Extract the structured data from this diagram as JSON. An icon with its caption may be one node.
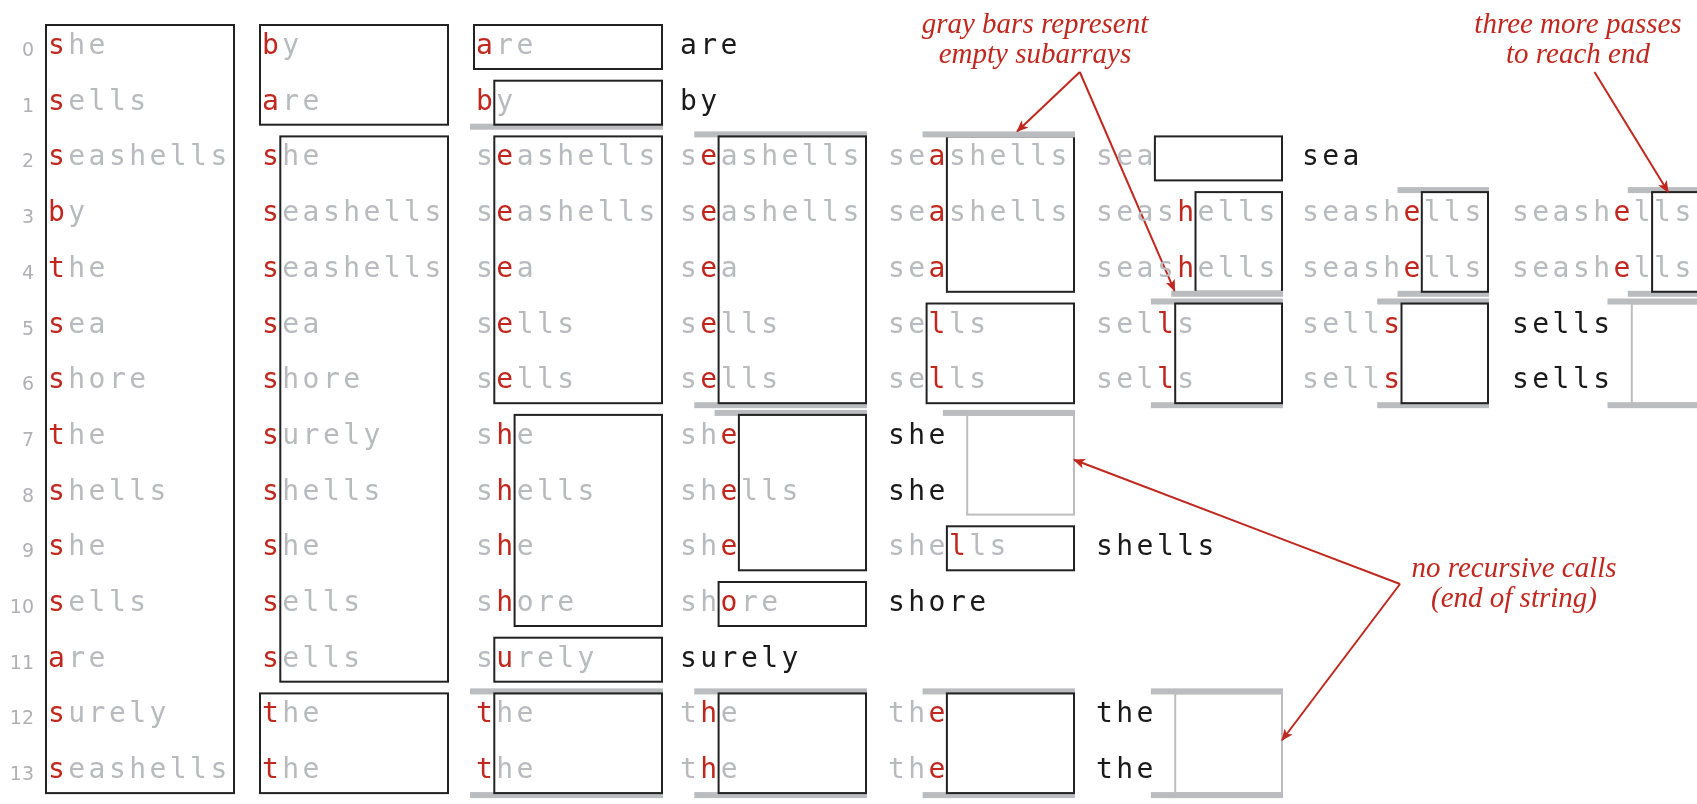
{
  "diagram": {
    "nodes": [
      {
        "text": [
          "gray bars represent empty subarrays"
        ]
      },
      {
        "text": [
          "three more passes to reach end"
        ]
      },
      {
        "text": [
          "no recursive calls (end of string)"
        ]
      },
      {
        "text": [],
        "shape": "bar"
      },
      {
        "text": [],
        "shape": "bar"
      },
      {
        "text": [],
        "shape": "box"
      },
      {
        "text": [],
        "shape": "box"
      },
      {
        "text": [],
        "shape": "box"
      }
    ],
    "edges": [
      {
        "from": 0,
        "to": 3,
        "arrow": "to"
      },
      {
        "from": 0,
        "to": 4,
        "arrow": "to"
      },
      {
        "from": 1,
        "to": 5,
        "arrow": "to"
      },
      {
        "from": 2,
        "to": 6,
        "arrow": "to"
      },
      {
        "from": 2,
        "to": 7,
        "arrow": "to"
      }
    ],
    "labels": [
      "0",
      "she",
      "by",
      "are",
      "are",
      "1",
      "sells",
      "are",
      "by",
      "by",
      "2",
      "seashells",
      "she",
      "seashells",
      "seashells",
      "seashells",
      "sea",
      "sea",
      "3",
      "by",
      "seashells",
      "seashells",
      "seashells",
      "seashells",
      "seashells",
      "seashells",
      "seashells",
      "4",
      "the",
      "seashells",
      "sea",
      "sea",
      "sea",
      "seashells",
      "seashells",
      "seashells",
      "5",
      "sea",
      "sea",
      "sells",
      "sells",
      "sells",
      "sells",
      "sells",
      "sells",
      "6",
      "shore",
      "shore",
      "sells",
      "sells",
      "sells",
      "sells",
      "sells",
      "sells",
      "7",
      "the",
      "surely",
      "she",
      "she",
      "she",
      "8",
      "shells",
      "shells",
      "shells",
      "shells",
      "she",
      "9",
      "she",
      "she",
      "she",
      "she",
      "shells",
      "shells",
      "10",
      "sells",
      "sells",
      "shore",
      "shore",
      "shore",
      "11",
      "are",
      "sells",
      "surely",
      "surely",
      "12",
      "surely",
      "the",
      "the",
      "the",
      "the",
      "the",
      "13",
      "seashells",
      "the",
      "the",
      "the",
      "the",
      "the"
    ]
  }
}
